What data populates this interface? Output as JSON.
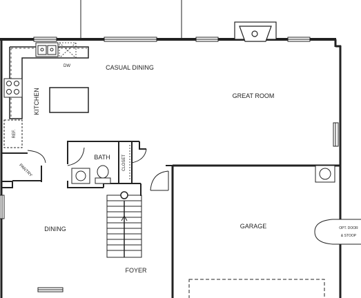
{
  "rooms": {
    "dw": "DW",
    "casual_dining": "CASUAL DINING",
    "great_room": "GREAT ROOM",
    "kitchen": "KITCHEN",
    "ref": "REF.",
    "pantry": "PANTRY",
    "bath": "BATH",
    "closet": "CLOSET",
    "dining": "DINING",
    "garage": "GARAGE",
    "foyer": "FOYER",
    "opt_door_line1": "OPT. DOOR",
    "opt_door_line2": "& STOOP"
  },
  "colors": {
    "line": "#222222",
    "background": "#ffffff"
  }
}
